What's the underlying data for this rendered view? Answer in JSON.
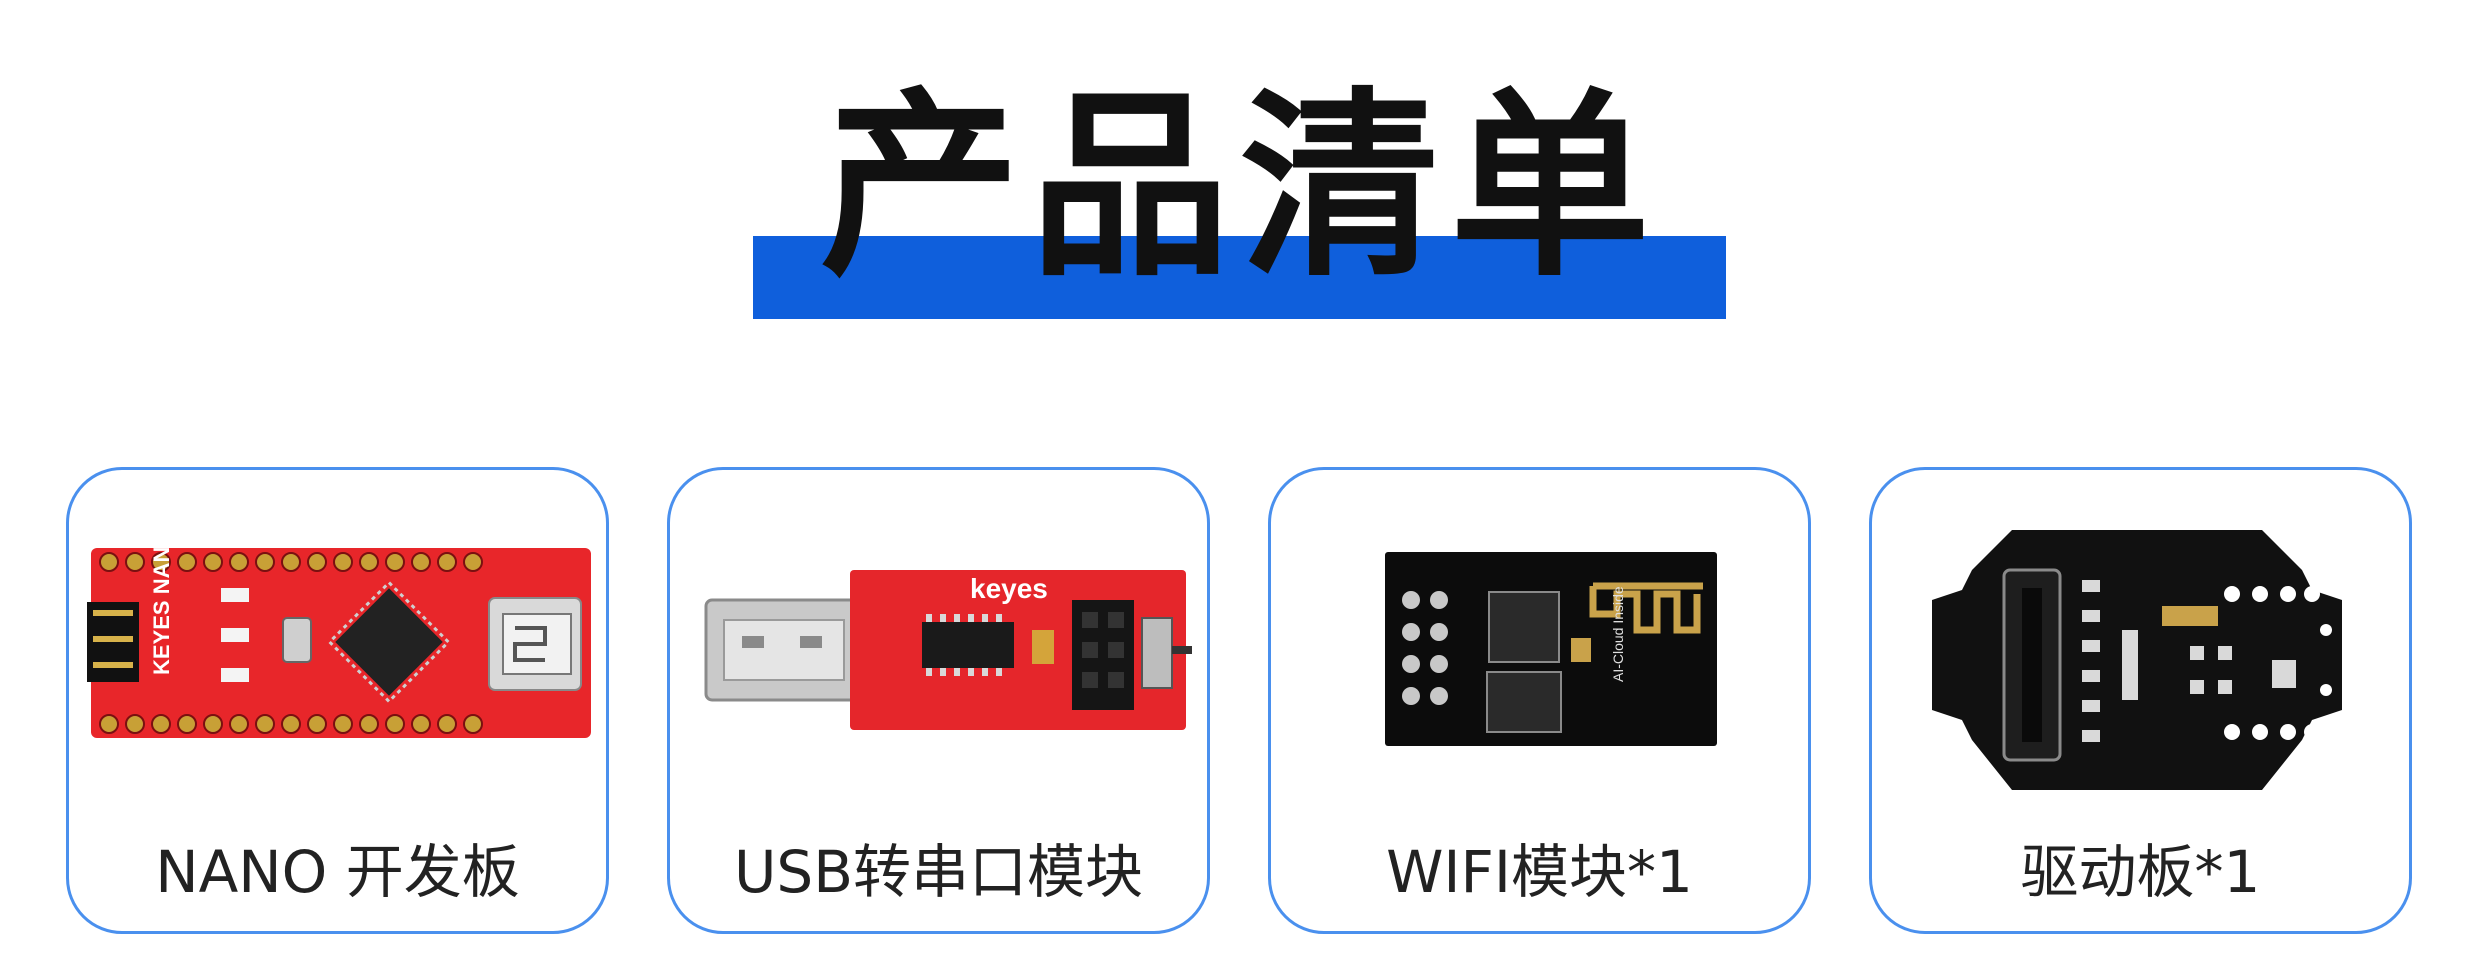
{
  "title": "产品清单",
  "accent_color": "#0f5fdc",
  "card_border_color": "#4a90ee",
  "products": [
    {
      "label": "NANO 开发板",
      "image": "nano-board-image",
      "board_text": "KEYES NANO"
    },
    {
      "label": "USB转串口模块",
      "image": "usb-serial-module-image",
      "board_text": "keyes"
    },
    {
      "label": "WIFI模块*1",
      "image": "wifi-module-image",
      "board_text": "AI-Cloud Inside"
    },
    {
      "label": "驱动板*1",
      "image": "driver-board-image"
    }
  ]
}
